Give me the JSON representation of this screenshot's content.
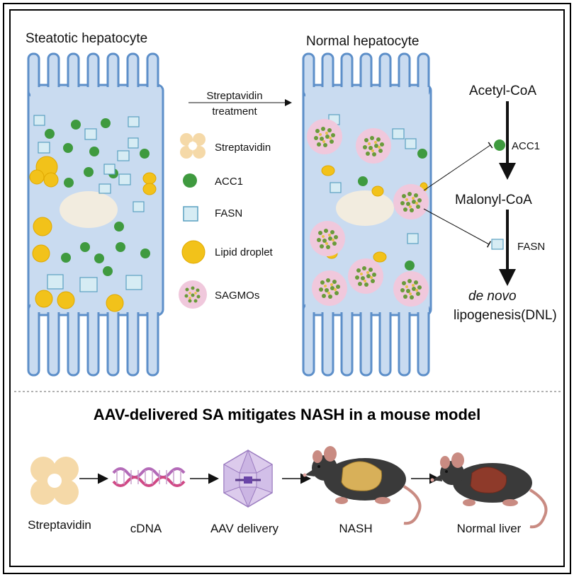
{
  "top": {
    "left_title": "Steatotic hepatocyte",
    "right_title": "Normal hepatocyte",
    "arrow_label_line1": "Streptavidin",
    "arrow_label_line2": "treatment"
  },
  "legend": {
    "streptavidin": "Streptavidin",
    "acc1": "ACC1",
    "fasn": "FASN",
    "lipid": "Lipid droplet",
    "sagmos": "SAGMOs"
  },
  "pathway": {
    "acetyl": "Acetyl-CoA",
    "acc1": "ACC1",
    "malonyl": "Malonyl-CoA",
    "fasn": "FASN",
    "dnl_line1": "de novo",
    "dnl_line2": "lipogenesis(DNL)"
  },
  "bottom": {
    "title": "AAV-delivered SA  mitigates NASH in a mouse model",
    "steps": [
      "Streptavidin",
      "cDNA",
      "AAV delivery",
      "NASH",
      "Normal liver"
    ]
  },
  "colors": {
    "cell_fill": "#c9dbf0",
    "cell_stroke": "#5d8fc9",
    "acc1": "#3f9a3f",
    "fasn_fill": "#d6ecf4",
    "fasn_stroke": "#5aa0c0",
    "lipid": "#f2c21a",
    "sagmo": "#f0c8dc",
    "nucleus": "#f2ecdf",
    "strept": "#f5d9a8"
  }
}
